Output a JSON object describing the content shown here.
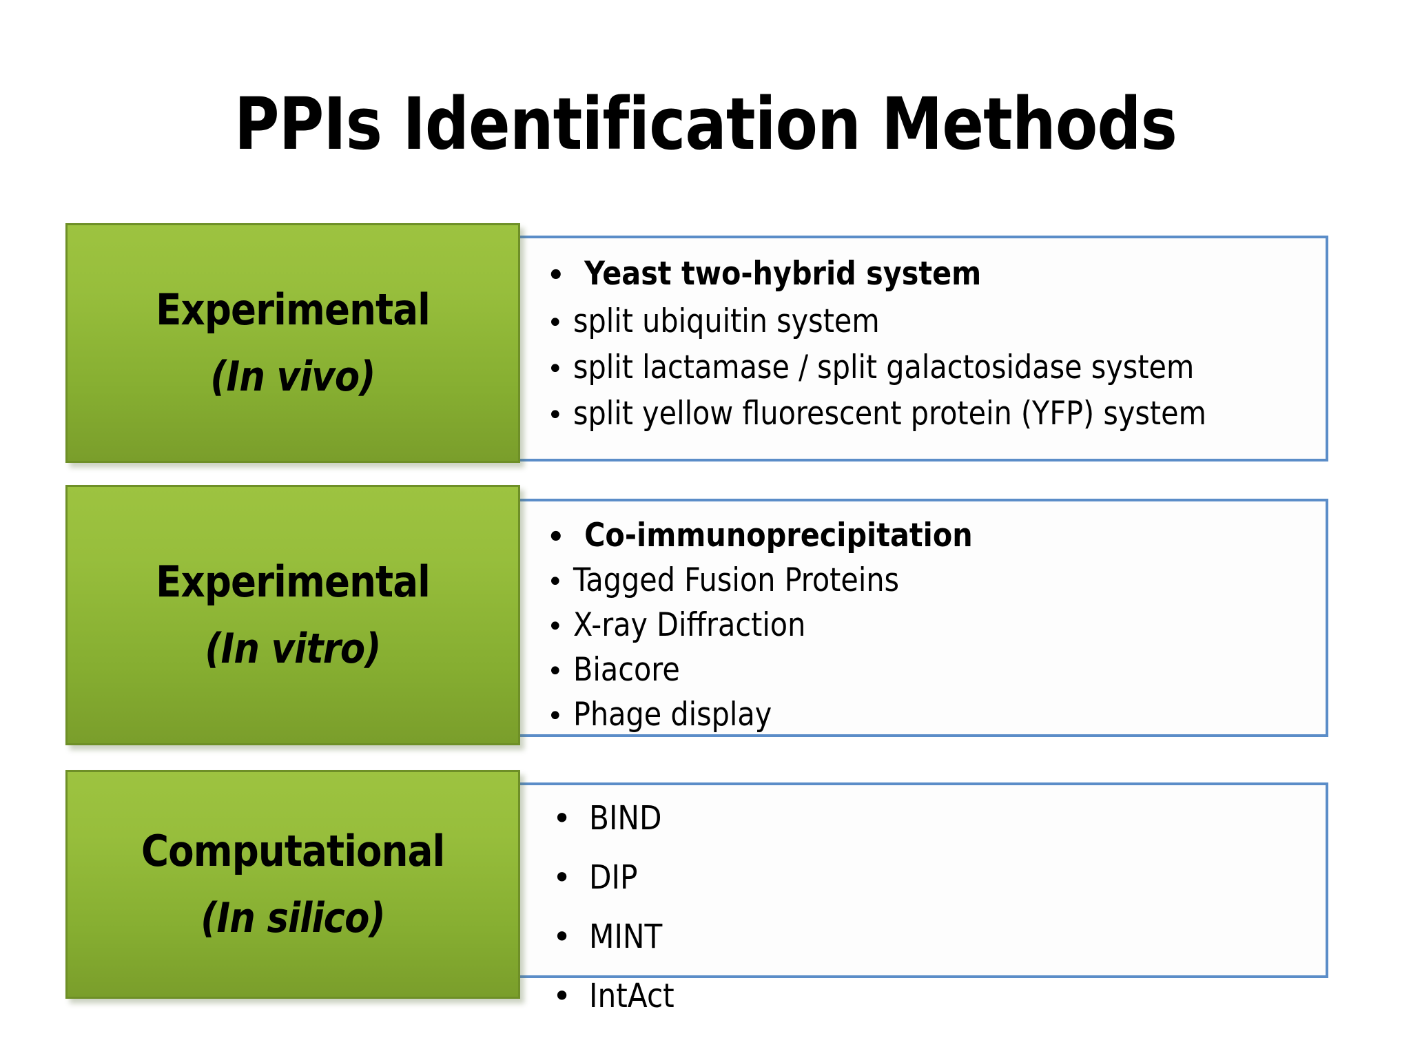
{
  "slide": {
    "title": "PPIs Identification Methods",
    "background_color": "#FFFFFF",
    "accent_green": "#97BE3C",
    "accent_green_border": "#6E8F27",
    "accent_blue_border": "#5B8DC8"
  },
  "rows": [
    {
      "label_line_1": "Experimental",
      "label_line_2": "(In vivo)",
      "bullets": [
        {
          "text": "Yeast two-hybrid system",
          "bold": true
        },
        {
          "text": "split ubiquitin system",
          "bold": false
        },
        {
          "text": "split lactamase / split galactosidase system",
          "bold": false
        },
        {
          "text": "split yellow fluorescent protein (YFP) system",
          "bold": false
        }
      ]
    },
    {
      "label_line_1": "Experimental",
      "label_line_2": "(In vitro)",
      "bullets": [
        {
          "text": "Co-immunoprecipitation",
          "bold": true
        },
        {
          "text": "Tagged Fusion Proteins",
          "bold": false
        },
        {
          "text": "X-ray Diffraction",
          "bold": false
        },
        {
          "text": "Biacore",
          "bold": false
        },
        {
          "text": "Phage display",
          "bold": false
        }
      ]
    },
    {
      "label_line_1": "Computational",
      "label_line_2": "(In silico)",
      "bullets": [
        {
          "text": "BIND",
          "bold": false
        },
        {
          "text": "DIP",
          "bold": false
        },
        {
          "text": "MINT",
          "bold": false
        },
        {
          "text": "IntAct",
          "bold": false
        }
      ]
    }
  ],
  "bullet_glyph": "•"
}
